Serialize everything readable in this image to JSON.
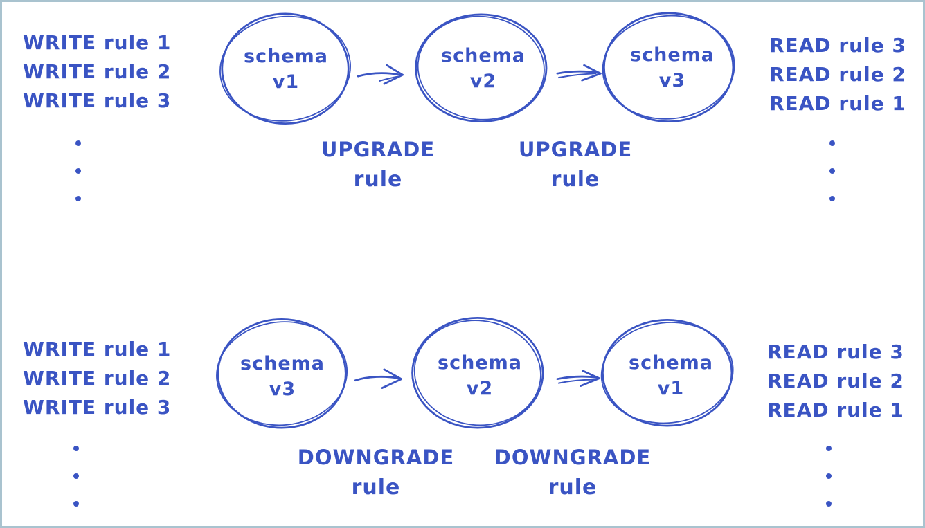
{
  "colors": {
    "ink": "#3a54c3",
    "frame": "#a9c3cf",
    "background": "#ffffff"
  },
  "sections": [
    {
      "id": "upgrade-flow",
      "write_rules": [
        "WRITE rule 1",
        "WRITE rule 2",
        "WRITE rule 3"
      ],
      "read_rules": [
        "READ rule 3",
        "READ rule 2",
        "READ rule 1"
      ],
      "nodes": [
        {
          "title": "schema",
          "version": "v1"
        },
        {
          "title": "schema",
          "version": "v2"
        },
        {
          "title": "schema",
          "version": "v3"
        }
      ],
      "edges": [
        {
          "label_top": "UPGRADE",
          "label_bottom": "rule"
        },
        {
          "label_top": "UPGRADE",
          "label_bottom": "rule"
        }
      ]
    },
    {
      "id": "downgrade-flow",
      "write_rules": [
        "WRITE rule 1",
        "WRITE rule 2",
        "WRITE rule 3"
      ],
      "read_rules": [
        "READ rule 3",
        "READ rule 2",
        "READ rule 1"
      ],
      "nodes": [
        {
          "title": "schema",
          "version": "v3"
        },
        {
          "title": "schema",
          "version": "v2"
        },
        {
          "title": "schema",
          "version": "v1"
        }
      ],
      "edges": [
        {
          "label_top": "DOWNGRADE",
          "label_bottom": "rule"
        },
        {
          "label_top": "DOWNGRADE",
          "label_bottom": "rule"
        }
      ]
    }
  ]
}
